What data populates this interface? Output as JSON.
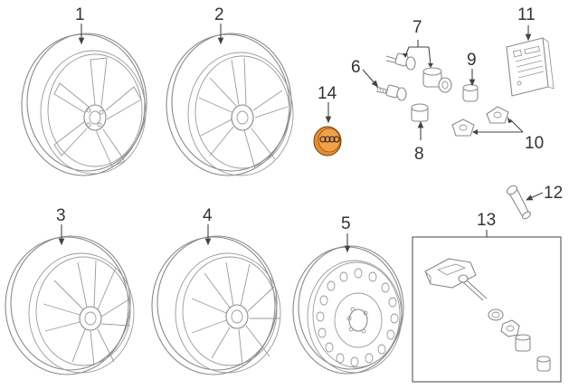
{
  "callouts": {
    "c1": "1",
    "c2": "2",
    "c3": "3",
    "c4": "4",
    "c5": "5",
    "c6": "6",
    "c7": "7",
    "c8": "8",
    "c9": "9",
    "c10": "10",
    "c11": "11",
    "c12": "12",
    "c13": "13",
    "c14": "14"
  },
  "colors": {
    "highlight": "#E98A2C",
    "line": "#8A8A8A",
    "text": "#333333"
  },
  "parts": [
    {
      "callout": "1",
      "icon": "alloy-wheel-5-spoke"
    },
    {
      "callout": "2",
      "icon": "alloy-wheel-double-spoke"
    },
    {
      "callout": "3",
      "icon": "alloy-wheel-multi-spoke"
    },
    {
      "callout": "4",
      "icon": "alloy-wheel-10-spoke"
    },
    {
      "callout": "5",
      "icon": "steel-wheel"
    },
    {
      "callout": "6",
      "icon": "wheel-bolt"
    },
    {
      "callout": "7",
      "icon": "locking-bolt-set"
    },
    {
      "callout": "8",
      "icon": "bolt-cap"
    },
    {
      "callout": "9",
      "icon": "adapter-key"
    },
    {
      "callout": "10",
      "icon": "bolt-covers"
    },
    {
      "callout": "11",
      "icon": "anti-theft-kit-package"
    },
    {
      "callout": "12",
      "icon": "valve-stem"
    },
    {
      "callout": "13",
      "icon": "tpms-sensor-kit"
    },
    {
      "callout": "14",
      "icon": "center-cap",
      "highlighted": true
    }
  ]
}
